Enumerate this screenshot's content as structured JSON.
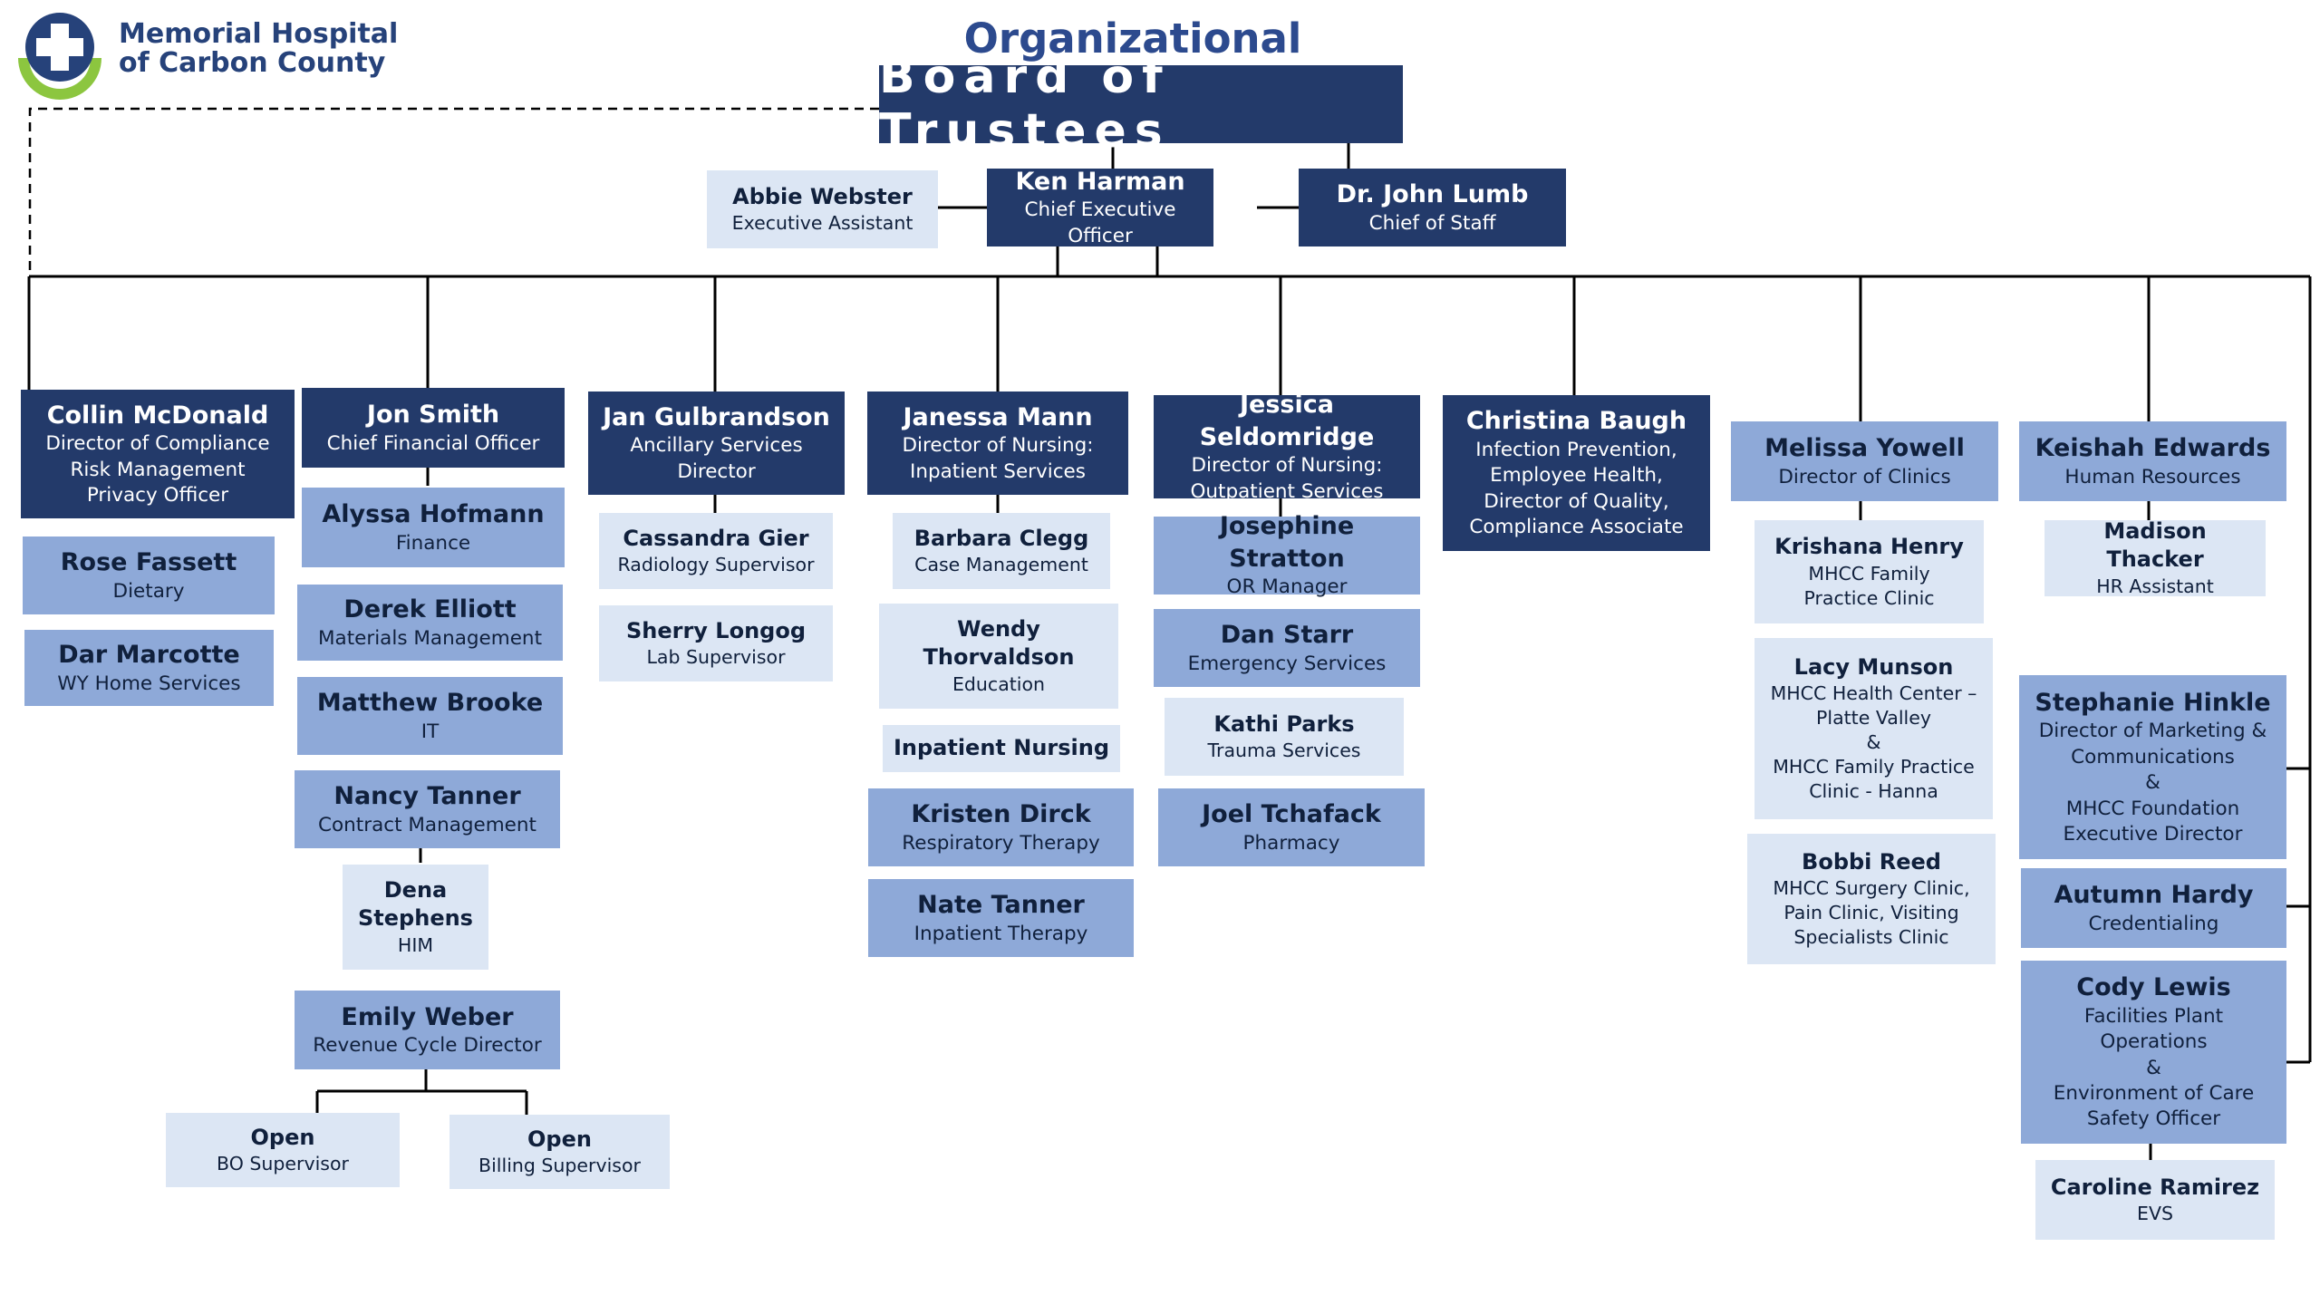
{
  "header": {
    "org_name_line1": "Memorial Hospital",
    "org_name_line2": "of Carbon County",
    "chart_title": "Organizational Chart",
    "board": "Board of Trustees"
  },
  "colors": {
    "dark_navy": "#233a6a",
    "medium_blue": "#8ea9d8",
    "light_blue": "#dce6f4",
    "title_blue": "#2c4a8e",
    "logo_green": "#8cc63f"
  },
  "icons": {
    "logo": "medical-cross-logo-icon"
  },
  "people": {
    "abbie": {
      "name": "Abbie Webster",
      "title": "Executive Assistant"
    },
    "ken": {
      "name": "Ken Harman",
      "title": "Chief Executive Officer"
    },
    "lumb": {
      "name": "Dr. John Lumb",
      "title": "Chief of Staff"
    },
    "collin": {
      "name": "Collin McDonald",
      "title": "Director of Compliance\nRisk Management\nPrivacy Officer"
    },
    "rose": {
      "name": "Rose Fassett",
      "title": "Dietary"
    },
    "dar": {
      "name": "Dar Marcotte",
      "title": "WY Home Services"
    },
    "jon": {
      "name": "Jon Smith",
      "title": "Chief Financial Officer"
    },
    "alyssa": {
      "name": "Alyssa Hofmann",
      "title": "Finance"
    },
    "derek": {
      "name": "Derek Elliott",
      "title": "Materials Management"
    },
    "matthew": {
      "name": "Matthew Brooke",
      "title": "IT"
    },
    "nancy": {
      "name": "Nancy Tanner",
      "title": "Contract Management"
    },
    "dena": {
      "name": "Dena\nStephens",
      "title": "HIM"
    },
    "emily": {
      "name": "Emily Weber",
      "title": "Revenue Cycle Director"
    },
    "open_bo": {
      "name": "Open",
      "title": "BO Supervisor"
    },
    "open_billing": {
      "name": "Open",
      "title": "Billing Supervisor"
    },
    "jan": {
      "name": "Jan Gulbrandson",
      "title": "Ancillary Services\nDirector"
    },
    "cassandra": {
      "name": "Cassandra Gier",
      "title": "Radiology Supervisor"
    },
    "sherry": {
      "name": "Sherry Longog",
      "title": "Lab Supervisor"
    },
    "janessa": {
      "name": "Janessa Mann",
      "title": "Director of Nursing:\nInpatient Services"
    },
    "barbara": {
      "name": "Barbara Clegg",
      "title": "Case Management"
    },
    "wendy": {
      "name": "Wendy\nThorvaldson",
      "title": "Education"
    },
    "inpatient": {
      "name": "Inpatient Nursing",
      "title": ""
    },
    "kristen": {
      "name": "Kristen Dirck",
      "title": "Respiratory Therapy"
    },
    "nate": {
      "name": "Nate Tanner",
      "title": "Inpatient Therapy"
    },
    "jessica": {
      "name": "Jessica Seldomridge",
      "title": "Director of Nursing:\nOutpatient Services"
    },
    "josephine": {
      "name": "Josephine Stratton",
      "title": "OR Manager"
    },
    "dan": {
      "name": "Dan Starr",
      "title": "Emergency Services"
    },
    "kathi": {
      "name": "Kathi Parks",
      "title": "Trauma Services"
    },
    "joel": {
      "name": "Joel Tchafack",
      "title": "Pharmacy"
    },
    "christina": {
      "name": "Christina Baugh",
      "title": "Infection Prevention,\nEmployee Health,\nDirector of Quality,\nCompliance Associate"
    },
    "melissa": {
      "name": "Melissa Yowell",
      "title": "Director of Clinics"
    },
    "krishana": {
      "name": "Krishana Henry",
      "title": "MHCC Family\nPractice Clinic"
    },
    "lacy": {
      "name": "Lacy Munson",
      "title": "MHCC Health Center –\nPlatte Valley\n&\nMHCC Family Practice\nClinic - Hanna"
    },
    "bobbi": {
      "name": "Bobbi Reed",
      "title": "MHCC Surgery Clinic,\nPain Clinic, Visiting\nSpecialists Clinic"
    },
    "keishah": {
      "name": "Keishah Edwards",
      "title": "Human Resources"
    },
    "madison": {
      "name": "Madison Thacker",
      "title": "HR Assistant"
    },
    "stephanie": {
      "name": "Stephanie Hinkle",
      "title": "Director of Marketing &\nCommunications\n&\nMHCC Foundation\nExecutive Director"
    },
    "autumn": {
      "name": "Autumn Hardy",
      "title": "Credentialing"
    },
    "cody": {
      "name": "Cody Lewis",
      "title": "Facilities Plant\nOperations\n&\nEnvironment of Care\nSafety Officer"
    },
    "caroline": {
      "name": "Caroline Ramirez",
      "title": "EVS"
    }
  }
}
